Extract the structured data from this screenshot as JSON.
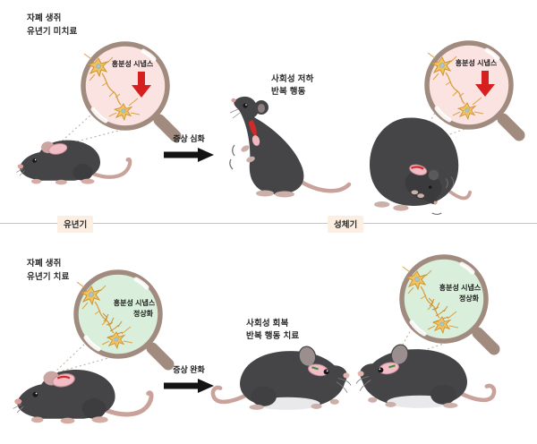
{
  "top_row": {
    "condition": {
      "line1": "자폐 생쥐",
      "line2": "유년기 미치료"
    },
    "magnifier_left": {
      "label": "흥분성 시냅스",
      "arrow": "red-down"
    },
    "magnifier_right": {
      "label": "흥분성 시냅스",
      "arrow": "red-down"
    },
    "transition": {
      "label": "증상 심화"
    },
    "outcome": {
      "line1": "사회성 저하",
      "line2": "반복 행동"
    }
  },
  "timeline": {
    "left": "유년기",
    "right": "성체기"
  },
  "bottom_row": {
    "condition": {
      "line1": "자폐 생쥐",
      "line2": "유년기 치료"
    },
    "magnifier_left": {
      "label_line1": "흥분성 시냅스",
      "label_line2": "정상화"
    },
    "magnifier_right": {
      "label_line1": "흥분성 시냅스",
      "label_line2": "정상화"
    },
    "transition": {
      "label": "증상 완화"
    },
    "outcome": {
      "line1": "사회성 회복",
      "line2": "반복 행동 치료"
    }
  },
  "colors": {
    "lens_pink": "#fbe3e2",
    "lens_green": "#d9efdc",
    "rim_brown": "#a18b7f",
    "red_arrow": "#d6201f",
    "black_arrow": "#141414",
    "mouse_body": "#454548",
    "divider": "#cfc3b9",
    "chip_bg": "#fcefe2"
  }
}
